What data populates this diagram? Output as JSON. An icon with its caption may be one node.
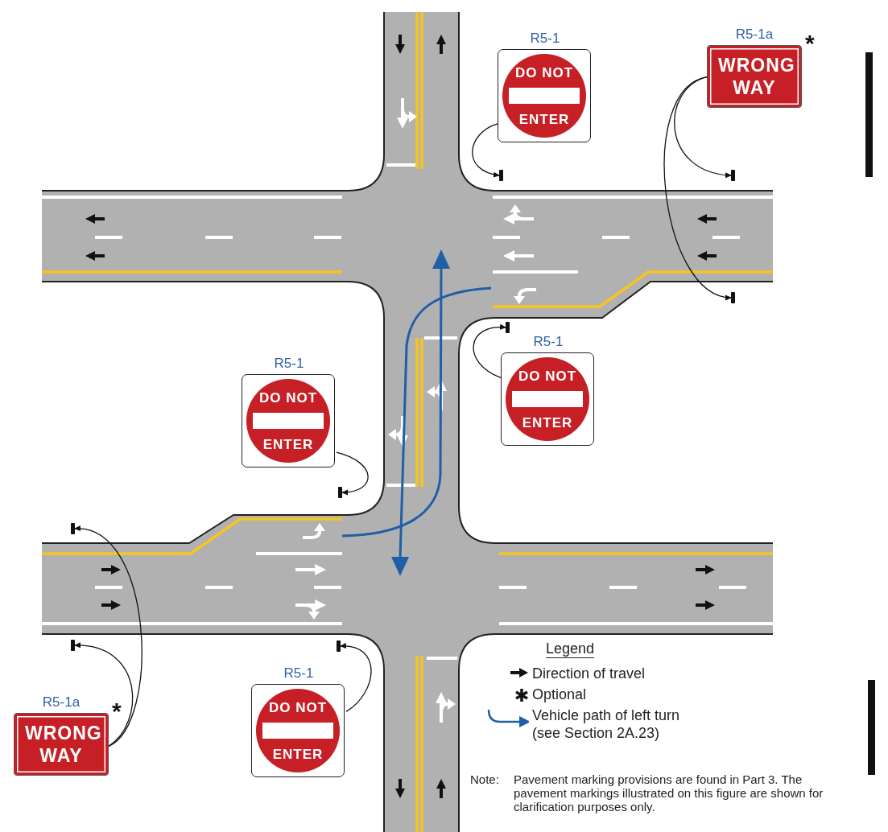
{
  "diagram": {
    "nodes": [
      {
        "text": [
          "R5-1",
          "DO NOT",
          "ENTER"
        ]
      },
      {
        "text": [],
        "shape": "bar"
      },
      {
        "text": [
          "R5-1a",
          "WRONG WAY"
        ],
        "beside": [
          "*"
        ]
      },
      {
        "text": [],
        "shape": "bar"
      },
      {
        "text": [],
        "shape": "bar"
      },
      {
        "text": [
          "R5-1",
          "DO NOT",
          "ENTER"
        ]
      },
      {
        "text": [],
        "shape": "bar"
      },
      {
        "text": [
          "R5-1",
          "DO NOT",
          "ENTER"
        ]
      },
      {
        "text": [],
        "shape": "bar"
      },
      {
        "text": [
          "R5-1a",
          "WRONG WAY"
        ],
        "beside": [
          "*"
        ]
      },
      {
        "text": [],
        "shape": "bar"
      },
      {
        "text": [],
        "shape": "bar"
      },
      {
        "text": [
          "R5-1",
          "DO NOT",
          "ENTER"
        ]
      },
      {
        "text": [],
        "shape": "bar"
      }
    ],
    "edges": [
      {
        "from": 0,
        "to": 1,
        "arrow": "to"
      },
      {
        "from": 2,
        "to": 3,
        "arrow": "to"
      },
      {
        "from": 2,
        "to": 4,
        "arrow": "to"
      },
      {
        "from": 5,
        "to": 6,
        "arrow": "to"
      },
      {
        "from": 7,
        "to": 8,
        "arrow": "to"
      },
      {
        "from": 9,
        "to": 10,
        "arrow": "to"
      },
      {
        "from": 9,
        "to": 11,
        "arrow": "to"
      },
      {
        "from": 12,
        "to": 13,
        "arrow": "to"
      }
    ],
    "labels": [
      "Legend",
      "Note:",
      "Pavement marking provisions are found in Part 3. The pavement markings illustrated on this figure are shown for clarification purposes only."
    ],
    "legend": [
      {
        "text": "Direction of travel"
      },
      {
        "text": "Optional"
      },
      {
        "text": "Vehicle path of left turn (see Section 2A.23)"
      }
    ]
  }
}
